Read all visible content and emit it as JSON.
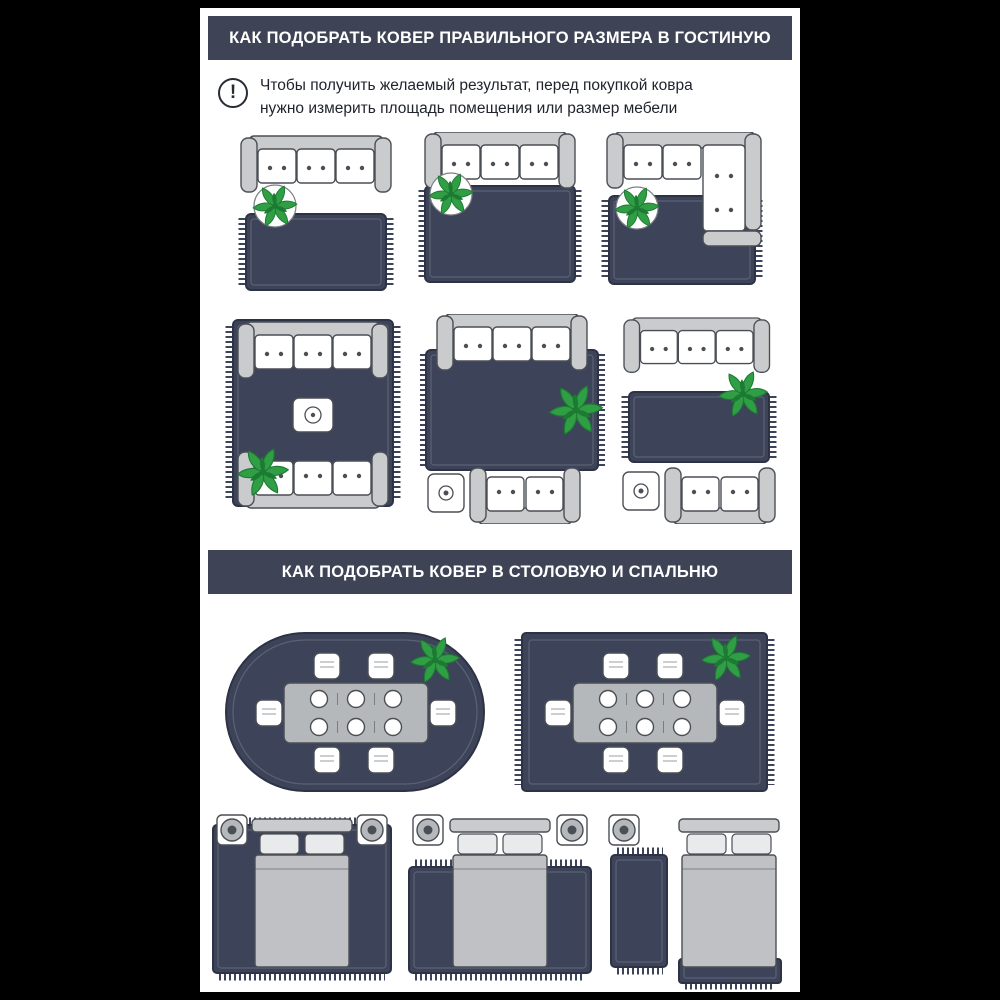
{
  "colors": {
    "page_bg": "#000000",
    "panel_bg": "#ffffff",
    "header_bg": "#3e4456",
    "rug": "#3d4459",
    "rug_border": "#2d3345",
    "sofa": "#c9cbcd",
    "outline": "#4b4f55",
    "plant": "#2f9e44",
    "plant_dark": "#1d7a33",
    "text": "#20242e"
  },
  "section1": {
    "title": "КАК ПОДОБРАТЬ КОВЕР ПРАВИЛЬНОГО РАЗМЕРА В ГОСТИНУЮ"
  },
  "note": {
    "icon_glyph": "!",
    "line1": "Чтобы получить желаемый результат, перед покупкой ковра",
    "line2": "нужно измерить площадь помещения или размер мебели"
  },
  "section2": {
    "title": "КАК ПОДОБРАТЬ КОВЕР В СТОЛОВУЮ И СПАЛЬНЮ"
  }
}
